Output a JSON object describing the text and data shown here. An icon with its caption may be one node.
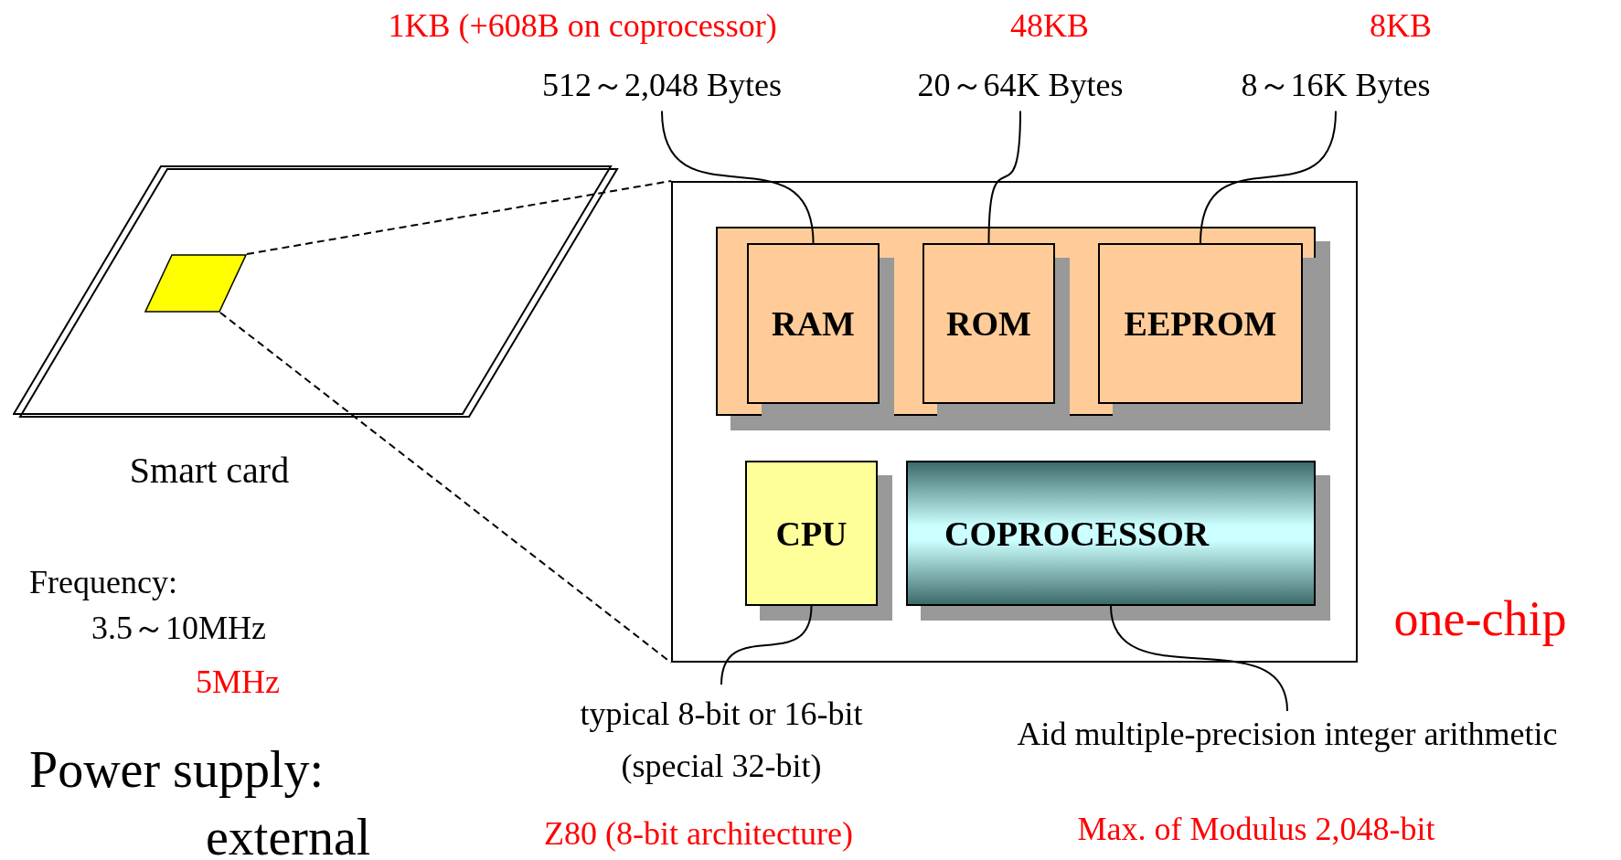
{
  "diagram": {
    "nodes": [
      {
        "text": [
          "Smart card"
        ]
      },
      {
        "text": [],
        "shape": "box",
        "in": 0
      },
      {
        "text": [
          "one-chip"
        ]
      },
      {
        "text": [],
        "shape": "box",
        "in": 2
      },
      {
        "text": [
          "RAM"
        ],
        "in": 3
      },
      {
        "text": [
          "ROM"
        ],
        "in": 3
      },
      {
        "text": [
          "EEPROM"
        ],
        "in": 3
      },
      {
        "text": [
          "CPU"
        ],
        "in": 2
      },
      {
        "text": [
          "COPROCESSOR"
        ],
        "in": 2
      },
      {
        "text": [
          "512～2,048 Bytes"
        ],
        "beside": [
          "1KB (+608B on coprocessor)"
        ]
      },
      {
        "text": [
          "20～64K Bytes"
        ],
        "beside": [
          "48KB"
        ]
      },
      {
        "text": [
          "8～16K Bytes"
        ],
        "beside": [
          "8KB"
        ]
      },
      {
        "text": [
          "typical 8-bit or 16-bit (special 32-bit)"
        ],
        "beside": [
          "Z80 (8-bit architecture)"
        ]
      },
      {
        "text": [
          "Aid multiple-precision integer arithmetic"
        ],
        "beside": [
          "Max. of Modulus 2,048-bit"
        ]
      }
    ],
    "edges": [
      {
        "from": 1,
        "to": 2,
        "arrow": "none",
        "style": "dashed"
      },
      {
        "from": 1,
        "to": 2,
        "arrow": "none",
        "style": "dashed"
      },
      {
        "from": 9,
        "to": 4,
        "arrow": "none"
      },
      {
        "from": 10,
        "to": 5,
        "arrow": "none"
      },
      {
        "from": 11,
        "to": 6,
        "arrow": "none"
      },
      {
        "from": 12,
        "to": 7,
        "arrow": "none"
      },
      {
        "from": 13,
        "to": 8,
        "arrow": "none"
      }
    ],
    "labels": [
      "Frequency:",
      "3.5～10MHz",
      "5MHz",
      "Power supply:",
      "external"
    ]
  }
}
